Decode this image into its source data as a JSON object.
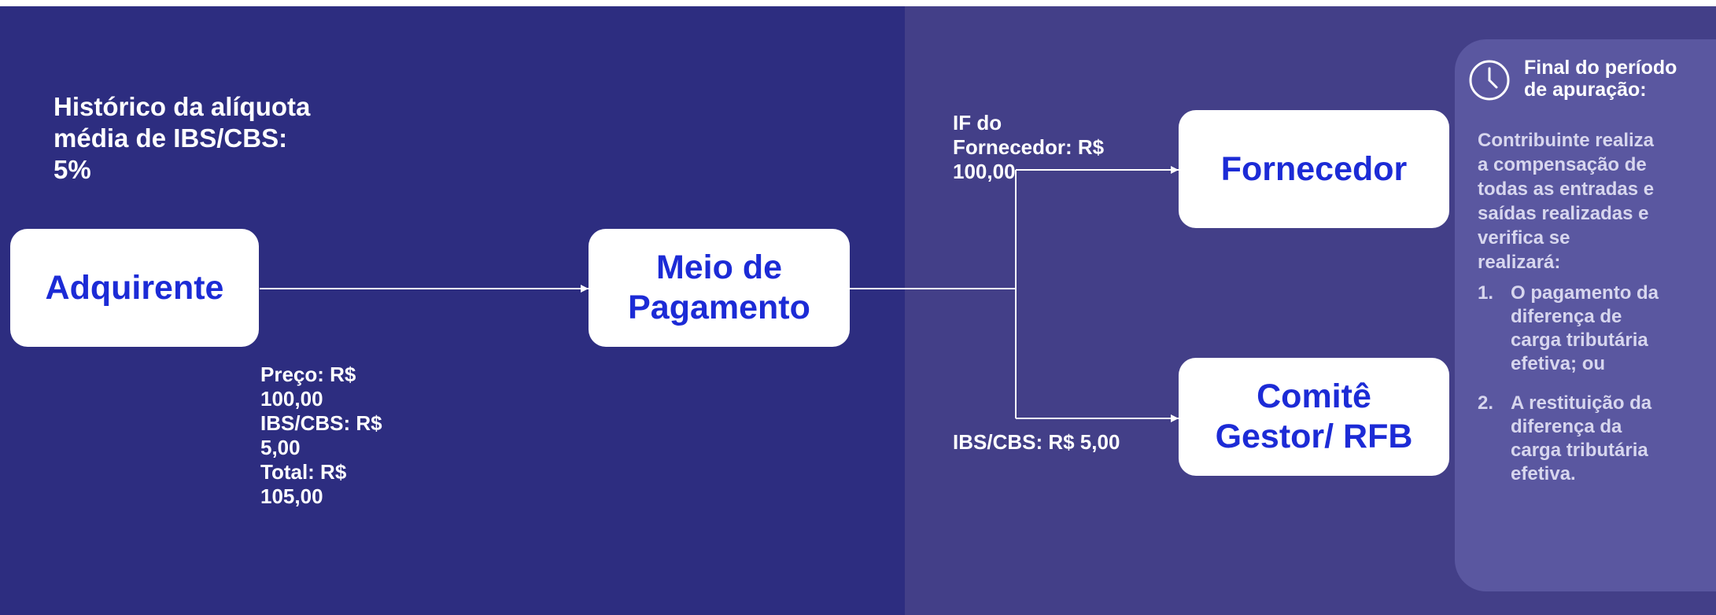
{
  "heading": {
    "line1": "Histórico da alíquota",
    "line2": "média de IBS/CBS:",
    "line3": "5%"
  },
  "nodes": {
    "adquirente": "Adquirente",
    "meio_pagamento_line1": "Meio de",
    "meio_pagamento_line2": "Pagamento",
    "fornecedor": "Fornecedor",
    "comite_line1": "Comitê",
    "comite_line2": "Gestor/ RFB"
  },
  "labels": {
    "preco_line1": "Preço: R$",
    "preco_line2": "100,00",
    "ibs_line1": "IBS/CBS: R$",
    "ibs_line2": "5,00",
    "total_line1": "Total: R$",
    "total_line2": "105,00",
    "if_line1": "IF do",
    "if_line2": "Fornecedor: R$",
    "if_line3": "100,00",
    "ibs_cbs_comite": "IBS/CBS: R$ 5,00"
  },
  "callout": {
    "icon": "clock-icon",
    "title_line1": "Final do período",
    "title_line2": "de apuração:",
    "intro_line1": "Contribuinte realiza",
    "intro_line2": "a compensação de",
    "intro_line3": "todas as entradas e",
    "intro_line4": "saídas realizadas e",
    "intro_line5": "verifica se",
    "intro_line6": "realizará:",
    "items": [
      {
        "num": "1.",
        "line1": "O pagamento da",
        "line2": "diferença de",
        "line3": "carga tributária",
        "line4": "efetiva; ou"
      },
      {
        "num": "2.",
        "line1": "A restituição da",
        "line2": "diferença da",
        "line3": "carga tributária",
        "line4": "efetiva."
      }
    ]
  },
  "colors": {
    "left_background": "#2d2d80",
    "right_background": "#433f88",
    "callout_background": "#5a57a0",
    "node_text": "#1c2bd6",
    "node_background": "#ffffff"
  }
}
